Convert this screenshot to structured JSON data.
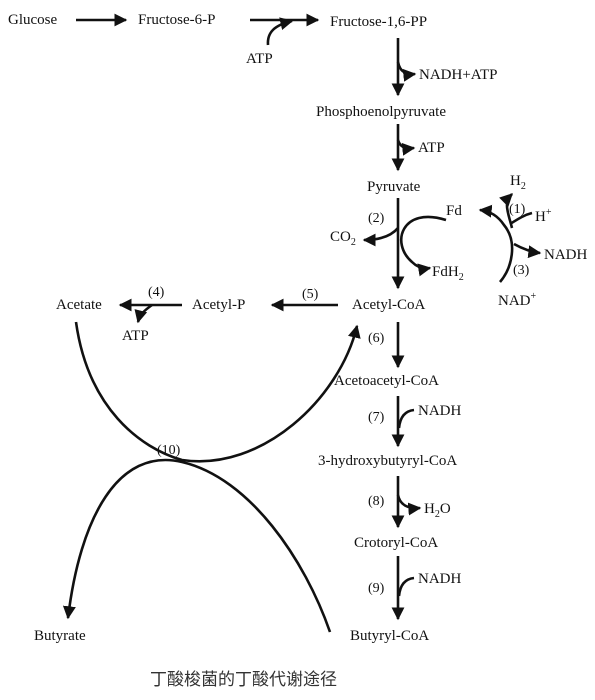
{
  "labels": {
    "glucose": "Glucose",
    "fructose6p": "Fructose-6-P",
    "fructose16pp": "Fructose-1,6-PP",
    "atp_1": "ATP",
    "nadh_atp": "NADH+ATP",
    "pep": "Phosphoenolpyruvate",
    "atp_2": "ATP",
    "pyruvate": "Pyruvate",
    "h2_base": "H",
    "h2_sub": "2",
    "fd": "Fd",
    "step_1": "(1)",
    "h_plus_base": "H",
    "h_plus_sup": "+",
    "step_2": "(2)",
    "co2_base": "CO",
    "co2_sub": "2",
    "nadh_1": "NADH",
    "fdh2_base": "FdH",
    "fdh2_sub": "2",
    "step_3": "(3)",
    "nad_base": "NAD",
    "nad_sup": "+",
    "acetate": "Acetate",
    "step_4": "(4)",
    "acetyl_p": "Acetyl-P",
    "step_5": "(5)",
    "acetyl_coa": "Acetyl-CoA",
    "atp_3": "ATP",
    "step_6": "(6)",
    "acetoacetyl_coa": "Acetoacetyl-CoA",
    "step_7": "(7)",
    "nadh_2": "NADH",
    "step_10": "(10)",
    "hydroxybutyryl_coa": "3-hydroxybutyryl-CoA",
    "step_8": "(8)",
    "h2o_base": "H",
    "h2o_sub": "2",
    "h2o_tail": "O",
    "crotoryl_coa": "Crotoryl-CoA",
    "step_9": "(9)",
    "nadh_3": "NADH",
    "butyrate": "Butyrate",
    "butyryl_coa": "Butyryl-CoA"
  },
  "caption": "丁酸梭菌的丁酸代谢途径"
}
